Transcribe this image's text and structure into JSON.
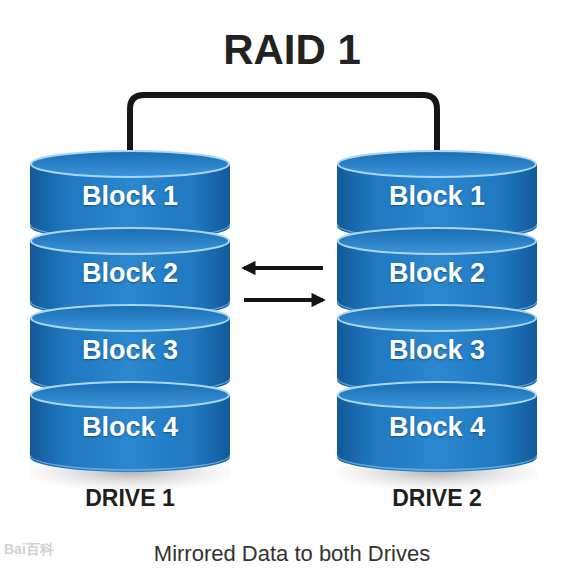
{
  "diagram": {
    "title": "RAID 1",
    "caption": "Mirrored Data to both Drives",
    "nodes": [
      {
        "text": [
          "DRIVE 1"
        ]
      },
      {
        "text": [
          "Block 1"
        ],
        "in": 0
      },
      {
        "text": [
          "Block 2"
        ],
        "in": 0
      },
      {
        "text": [
          "Block 3"
        ],
        "in": 0
      },
      {
        "text": [
          "Block 4"
        ],
        "in": 0
      },
      {
        "text": [
          "DRIVE 2"
        ]
      },
      {
        "text": [
          "Block 1"
        ],
        "in": 5
      },
      {
        "text": [
          "Block 2"
        ],
        "in": 5
      },
      {
        "text": [
          "Block 3"
        ],
        "in": 5
      },
      {
        "text": [
          "Block 4"
        ],
        "in": 5
      }
    ],
    "edges": [
      {
        "from": 0,
        "to": 5,
        "arrow": "none"
      },
      {
        "from": 5,
        "to": 0,
        "arrow": "to"
      },
      {
        "from": 0,
        "to": 5,
        "arrow": "to"
      }
    ],
    "labels": [
      "Bai百科"
    ]
  }
}
